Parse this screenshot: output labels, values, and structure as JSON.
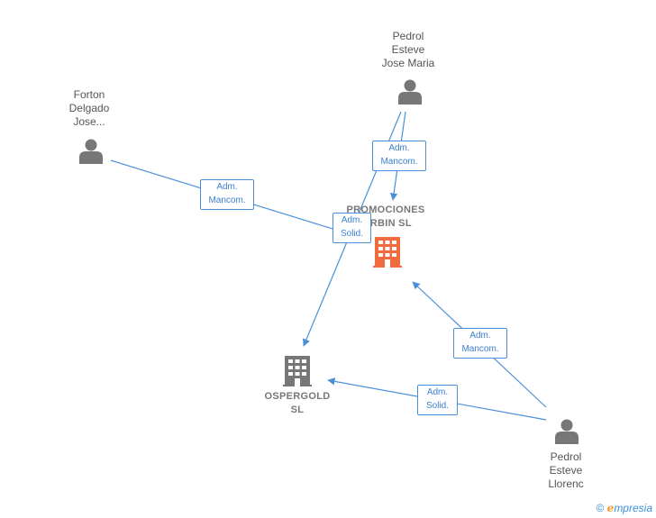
{
  "colors": {
    "edge": "#4a90d9",
    "person": "#777777",
    "company_main": "#f06b3d",
    "company_other": "#777777"
  },
  "nodes": {
    "pedrol_jm": {
      "lines": [
        "Pedrol",
        "Esteve",
        "Jose Maria"
      ],
      "icon": "person-icon"
    },
    "forton": {
      "lines": [
        "Forton",
        "Delgado",
        "Jose..."
      ],
      "icon": "person-icon"
    },
    "promociones": {
      "lines": [
        "PROMOCIONES",
        "BIRBIN SL"
      ],
      "icon": "building-icon"
    },
    "ospergold": {
      "lines": [
        "OSPERGOLD",
        "SL"
      ],
      "icon": "building-icon"
    },
    "pedrol_ll": {
      "lines": [
        "Pedrol",
        "Esteve",
        "Llorenc"
      ],
      "icon": "person-icon"
    }
  },
  "edges": [
    {
      "id": "e1",
      "lines": [
        "Adm.",
        "Mancom."
      ]
    },
    {
      "id": "e2",
      "lines": [
        "Adm.",
        "Mancom."
      ]
    },
    {
      "id": "e3",
      "lines": [
        "Adm.",
        "Solid."
      ]
    },
    {
      "id": "e4",
      "lines": [
        "Adm.",
        "Mancom."
      ]
    },
    {
      "id": "e5",
      "lines": [
        "Adm.",
        "Solid."
      ]
    }
  ],
  "footer": {
    "copyright": "©",
    "brand_initial": "e",
    "brand_rest": "mpresia"
  }
}
